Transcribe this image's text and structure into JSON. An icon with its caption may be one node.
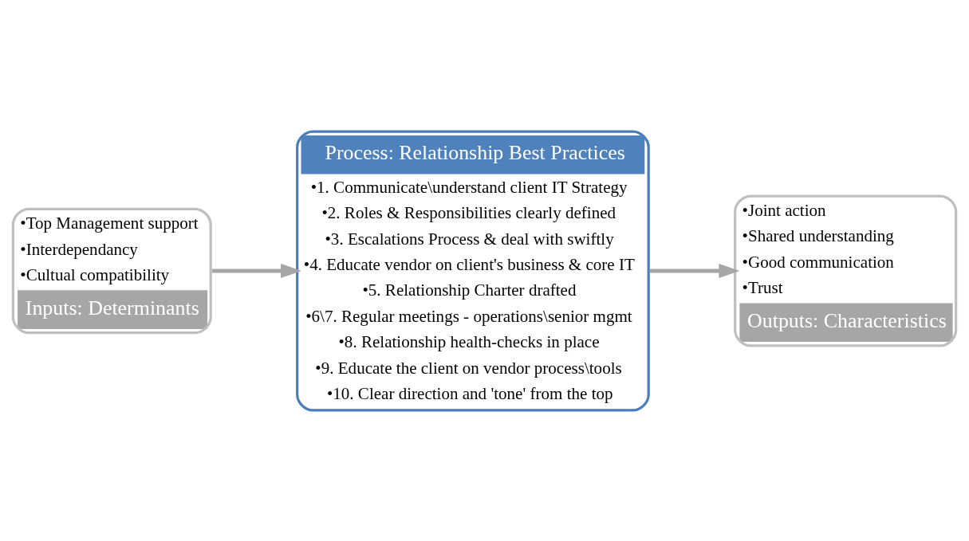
{
  "diagram": {
    "nodes": [
      {
        "text": [
          "•Top Management support",
          "•Interdependancy",
          "•Cultual compatibility",
          "Inputs: Determinants"
        ]
      },
      {
        "text": [
          "Process: Relationship Best Practices",
          "•1. Communicate\\understand client IT Strategy",
          "•2. Roles & Responsibilities clearly defined",
          "•3. Escalations Process & deal with swiftly",
          "•4. Educate vendor on client's business & core IT",
          "•5. Relationship Charter drafted",
          "•6\\7. Regular meetings - operations\\senior mgmt",
          "•8. Relationship health-checks in place",
          "•9. Educate the client on vendor process\\tools",
          "•10. Clear direction and 'tone' from the top"
        ]
      },
      {
        "text": [
          "•Joint action",
          "•Shared understanding",
          "•Good communication",
          "•Trust",
          "Outputs: Characteristics"
        ]
      }
    ],
    "edges": [
      {
        "from": 0,
        "to": 1,
        "arrow": "to"
      },
      {
        "from": 1,
        "to": 2,
        "arrow": "to"
      }
    ]
  }
}
